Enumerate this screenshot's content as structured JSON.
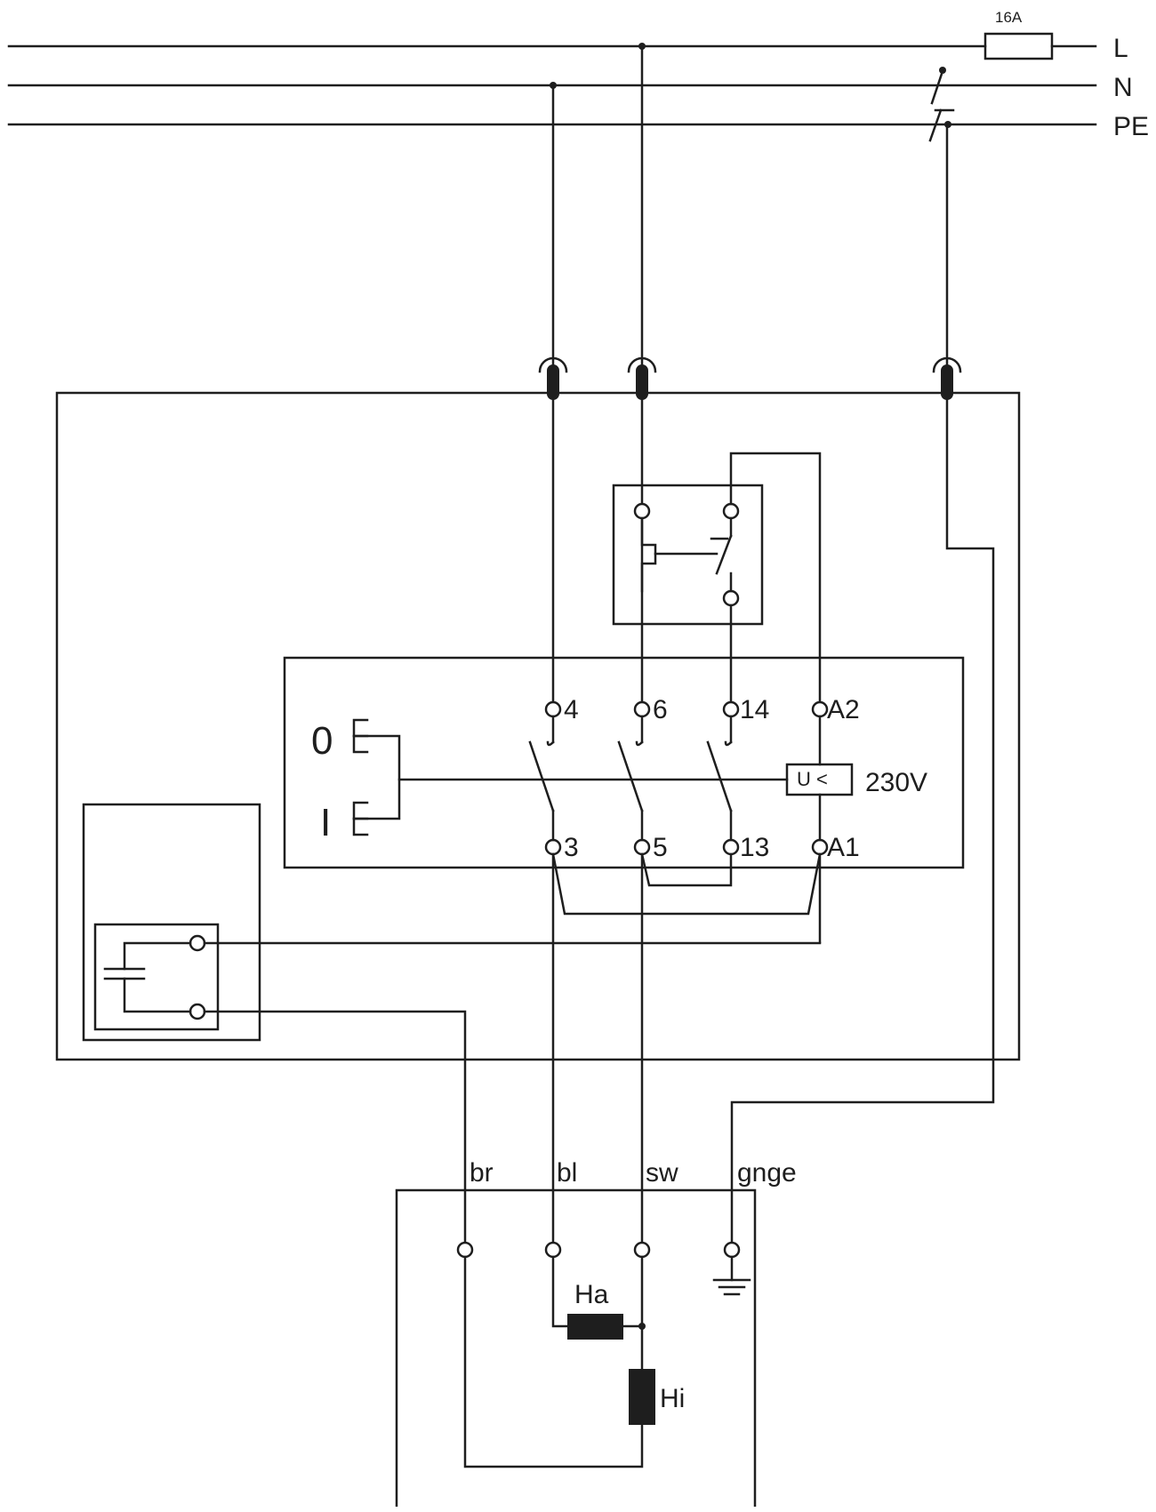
{
  "supply": {
    "lines": [
      "L",
      "N",
      "PE"
    ],
    "fuse_label": "16A"
  },
  "contactor": {
    "terminals_top": [
      "4",
      "6",
      "14",
      "A2"
    ],
    "terminals_bottom": [
      "3",
      "5",
      "13",
      "A1"
    ],
    "coil_label": "U <",
    "voltage_label": "230V",
    "button_off": "0",
    "button_on": "I"
  },
  "motor": {
    "wire_labels": [
      "br",
      "bl",
      "sw",
      "gnge"
    ],
    "winding_main": "Ha",
    "winding_aux": "Hi"
  }
}
